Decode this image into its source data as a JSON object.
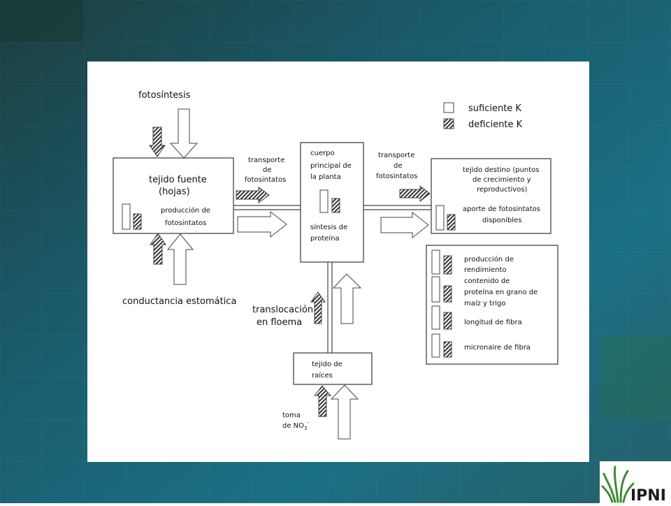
{
  "colors": {
    "background_dark": "#15434f",
    "background_teal": "#1c6e80",
    "logo_green": "#3e8a34",
    "ink": "#111111"
  },
  "labels": {
    "photosynthesis": "fotosíntesis",
    "legend_sufficient": "suficiente K",
    "legend_deficient": "deficiente K",
    "source_tissue_1": "tejido fuente",
    "source_tissue_2": "(hojas)",
    "photosynthate_prod_1": "producción de",
    "photosynthate_prod_2": "fotosintatos",
    "stomatal_conductance": "conductancia estomática",
    "transport_left_1": "transporte",
    "transport_left_2": "de",
    "transport_left_3": "fotosintatos",
    "body_1": "cuerpo",
    "body_2": "principal de",
    "body_3": "la planta",
    "protein_synthesis_1": "síntesis de",
    "protein_synthesis_2": "proteína",
    "transport_right_1": "transporte",
    "transport_right_2": "de",
    "transport_right_3": "fotosintatos",
    "sink_1": "tejido destino (puntos",
    "sink_2": "de crecimiento y",
    "sink_3": "reproductivos)",
    "supply_1": "aporte de fotosintatos",
    "supply_2": "disponibles",
    "yield_1": "producción de",
    "yield_2": "rendimiento",
    "protein_grain_1": "contenido de",
    "protein_grain_2": "proteína en grano de",
    "protein_grain_3": "maíz y trigo",
    "fiber_length": "longitud de fibra",
    "micronaire": "micronaire de fibra",
    "phloem_1": "translocación",
    "phloem_2": "en floema",
    "root_1": "tejido de",
    "root_2": "raíces",
    "uptake_1": "toma",
    "uptake_2": "de NO",
    "uptake_sub": "3",
    "uptake_sup": "-",
    "logo": "IPNI"
  }
}
